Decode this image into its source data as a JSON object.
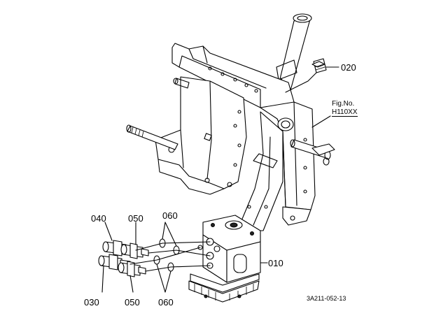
{
  "parts": [
    {
      "id": "p010",
      "label": "010"
    },
    {
      "id": "p020",
      "label": "020"
    },
    {
      "id": "p030",
      "label": "030"
    },
    {
      "id": "p040",
      "label": "040"
    },
    {
      "id": "p050a",
      "label": "050"
    },
    {
      "id": "p050b",
      "label": "050"
    },
    {
      "id": "p060a",
      "label": "060"
    },
    {
      "id": "p060b",
      "label": "060"
    }
  ],
  "fig_ref": {
    "prefix": "Fig.No.",
    "code": "H110XX"
  },
  "drawing_number": "3A211-052-13",
  "colors": {
    "line": "#000000",
    "background": "#ffffff"
  }
}
